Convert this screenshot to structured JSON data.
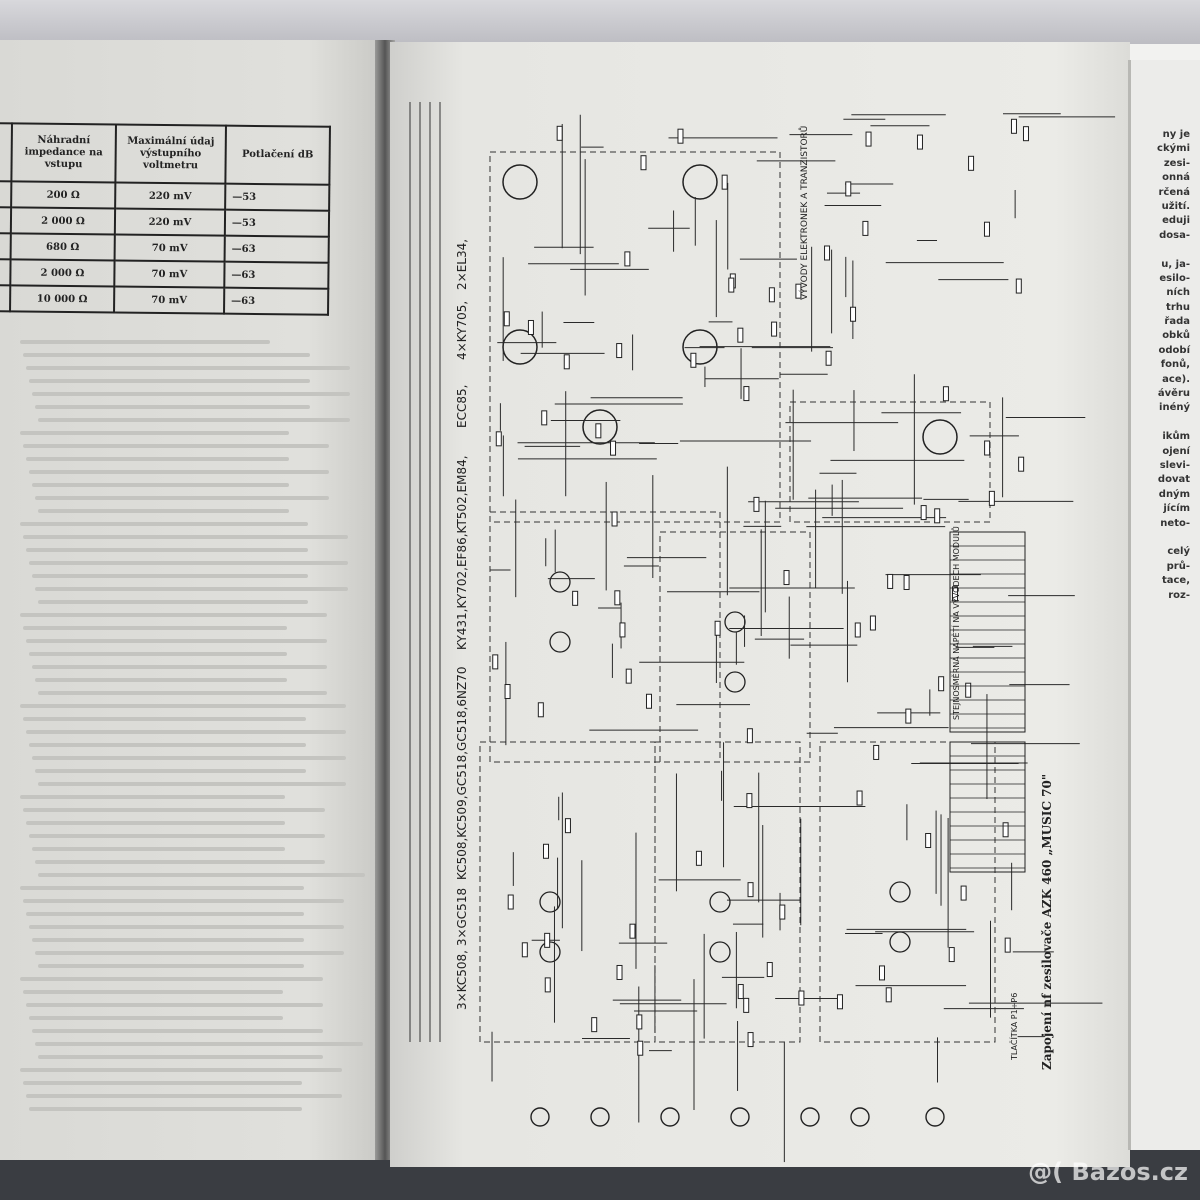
{
  "table": {
    "headers": [
      "Náhradní impedance na vstupu",
      "Maximální údaj výstupního voltmetru",
      "Potlačení dB"
    ],
    "rows": [
      [
        "200 Ω",
        "220 mV",
        "—53"
      ],
      [
        "2 000 Ω",
        "220 mV",
        "—53"
      ],
      [
        "680 Ω",
        "70 mV",
        "—63"
      ],
      [
        "2 000 Ω",
        "70 mV",
        "—63"
      ],
      [
        "10 000 Ω",
        "70 mV",
        "—63"
      ]
    ]
  },
  "schematic": {
    "caption": "Zapojení nf zesilovače AZK 460 „MUSIC 70\"",
    "tube_labels": [
      "2×EL34,",
      "4×KY705,",
      "ECC85,",
      "KY431,KY702,EF86,KT502,EM84,",
      "KC508,KC509,GC518,GC518,6NZ70",
      "3×KC508,  3×GC518"
    ],
    "section_labels": [
      "VÝVODY ELEKTRONEK A TRANZISTORŮ",
      "STEJNOSMĚRNÁ NAPĚTÍ NA VÝVODECH MODULŮ",
      "TLAČÍTKA P1÷P6"
    ]
  },
  "insert_text": [
    "ny je",
    "ckými",
    "zesi-",
    "onná",
    "rčená",
    "užití.",
    "eduji",
    "dosa-",
    "",
    "u, ja-",
    "esilo-",
    "ních",
    "trhu",
    "řada",
    "obků",
    "odobí",
    "fonů,",
    "ace).",
    "ávěru",
    "inéný",
    "",
    "ikům",
    "ojení",
    "slevi-",
    "dovat",
    "dným",
    "jícím",
    "neto-",
    "",
    "celý",
    "prů-",
    "tace,",
    "roz-"
  ],
  "watermark": "@( Bazos.cz"
}
